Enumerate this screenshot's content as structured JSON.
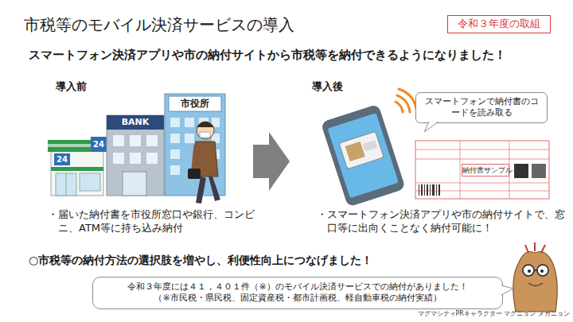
{
  "diagram": {
    "title": "市税等のモバイル決済サービスの導入",
    "nodes": [
      {
        "text": [
          "令和３年度の取組"
        ]
      },
      {
        "text": [
          "スマートフォンで納付書のコードを読み取る"
        ]
      },
      {
        "text": [
          "令和３年度には４１，４０１件（※）のモバイル決済サービスでの納付がありました！",
          "（※市民税・県民税、固定資産税・都市計画税、軽自動車税の納付実績）"
        ]
      }
    ],
    "labels": [
      "スマートフォン決済アプリや市の納付サイトから市税等を納付できるようになりました！",
      "導入前",
      "導入後",
      "・届いた納付書を市役所窓口や銀行、コンビニ、ATM等に持ち込み納付",
      "・スマートフォン決済アプリや市の納付サイトで、窓口等に出向くことなく納付可能に！",
      "○市税等の納付方法の選択肢を増やし、利便性向上につなげました！",
      "マグマシティPRキャラクター マグニョン メガニョン",
      "24",
      "24",
      "BANK",
      "市役所",
      "納付書サンプル"
    ]
  }
}
